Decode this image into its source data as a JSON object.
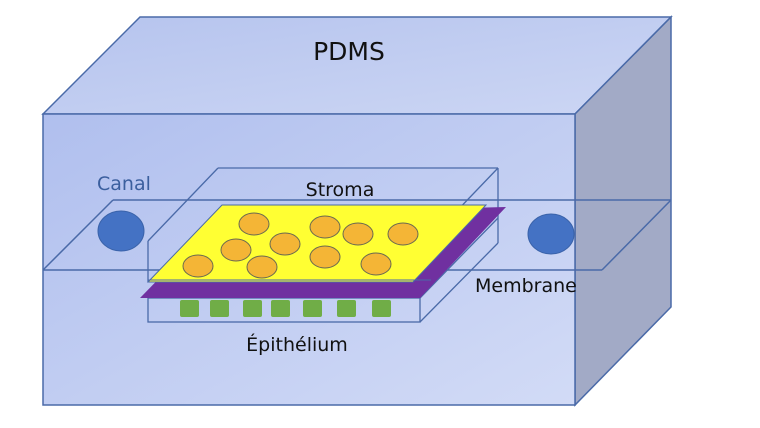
{
  "diagram": {
    "title": "PDMS",
    "labels": {
      "canal": "Canal",
      "stroma": "Stroma",
      "membrane": "Membrane",
      "epithelium": "Épithélium"
    },
    "colors": {
      "pdms_front": "#b4c3ee",
      "pdms_top": "#c3cff2",
      "pdms_side": "#a0a8c4",
      "outline": "#4a6aa8",
      "canal": "#4472c4",
      "canal_label": "#3b5f9e",
      "stroma": "#ffff33",
      "cell": "#f4b536",
      "membrane": "#7030a0",
      "epithelial_cell": "#70ad47",
      "text": "#111111"
    },
    "stroma_cell_count": 10,
    "epithelial_cell_count": 7
  }
}
